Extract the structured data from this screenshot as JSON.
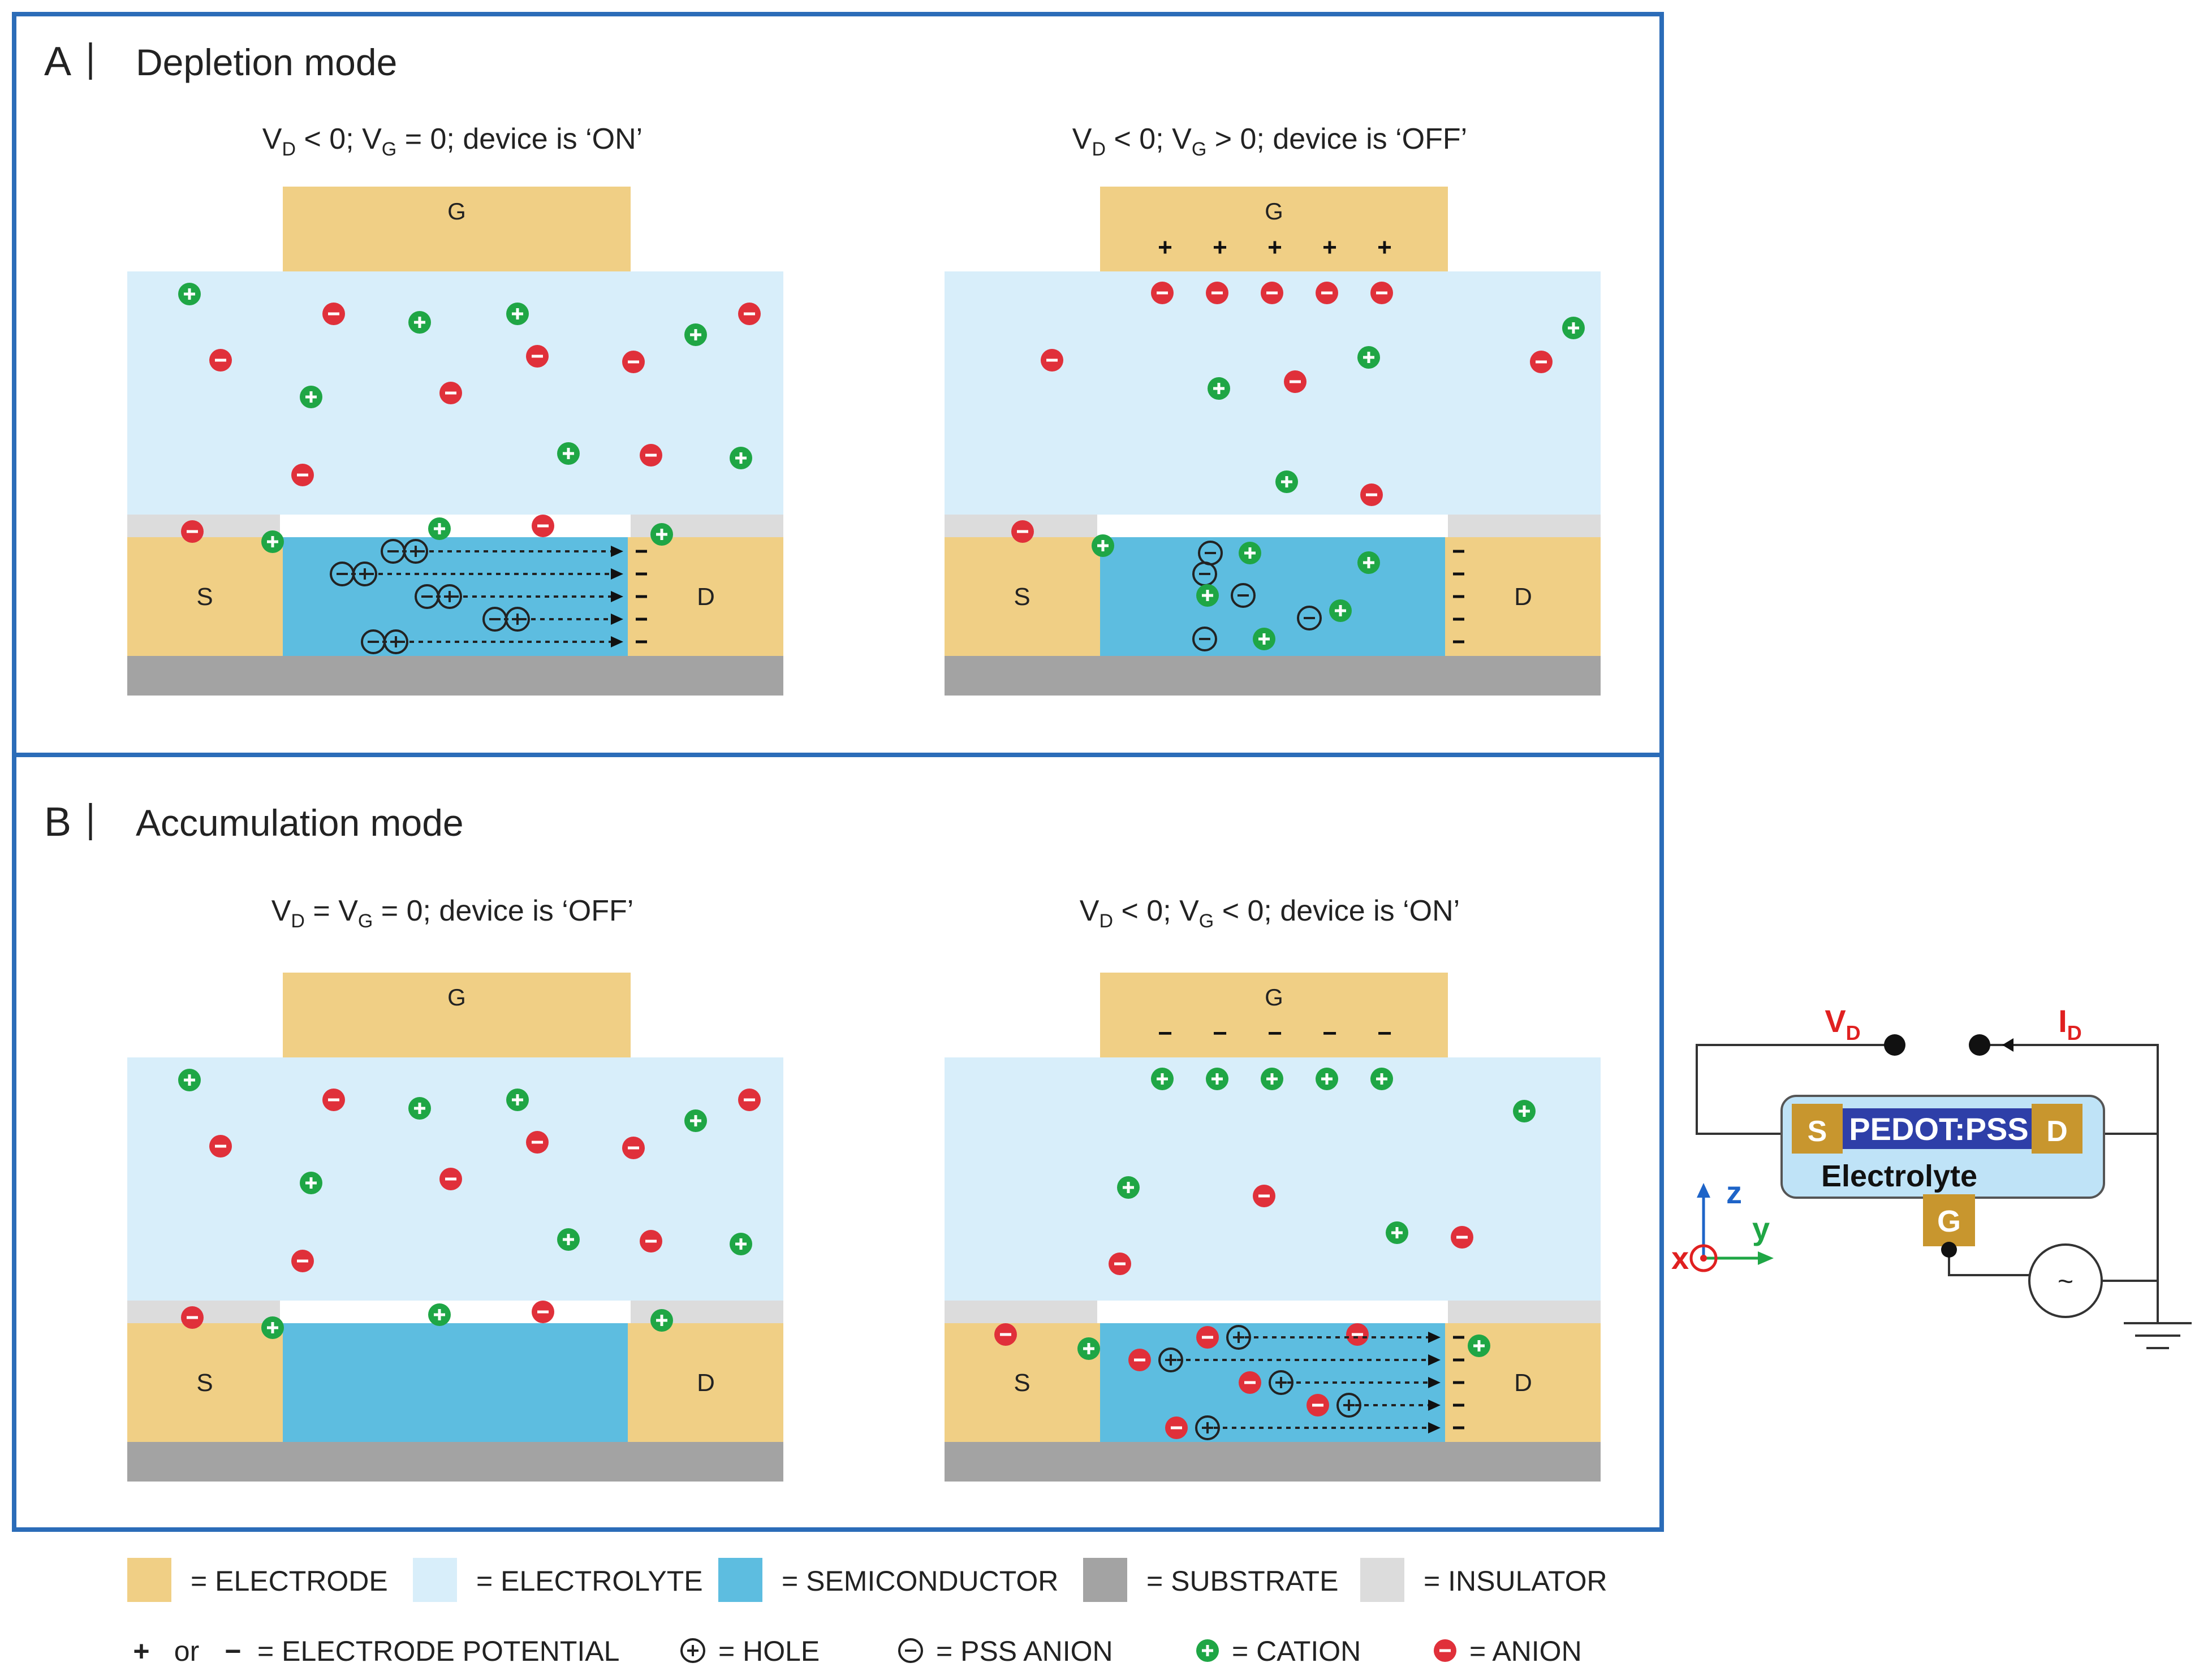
{
  "panels": [
    {
      "id": "A",
      "letter": "A",
      "title": "Depletion mode",
      "left": {
        "main": "V",
        "s1": "D",
        "m1": " < 0; V",
        "s2": "G",
        "m2": " = 0; device is ‘ON’",
        "gate_charge": "",
        "gate_label": "G",
        "s_label": "S",
        "d_label": "D",
        "channel": "depletion-on"
      },
      "right": {
        "main": "V",
        "s1": "D",
        "m1": " < 0; V",
        "s2": "G",
        "m2": " > 0; device is ‘OFF’",
        "gate_charge": "+",
        "gate_label": "G",
        "s_label": "S",
        "d_label": "D",
        "channel": "depletion-off"
      }
    },
    {
      "id": "B",
      "letter": "B",
      "title": "Accumulation mode",
      "left": {
        "main": "V",
        "s1": "D",
        "m1": " = V",
        "s2": "G",
        "m2": " = 0; device is ‘OFF’",
        "gate_charge": "",
        "gate_label": "G",
        "s_label": "S",
        "d_label": "D",
        "channel": "accumulation-off"
      },
      "right": {
        "main": "V",
        "s1": "D",
        "m1": " < 0; V",
        "s2": "G",
        "m2": " < 0; device is ‘ON’",
        "gate_charge": "−",
        "gate_label": "G",
        "s_label": "S",
        "d_label": "D",
        "channel": "accumulation-on"
      }
    }
  ],
  "legend": {
    "row1": [
      {
        "swatch": "#F0CF85",
        "label": "= ELECTRODE"
      },
      {
        "swatch": "#D8EEFA",
        "label": "= ELECTROLYTE"
      },
      {
        "swatch": "#5DBDE0",
        "label": "= SEMICONDUCTOR"
      },
      {
        "swatch": "#A3A3A3",
        "label": "= SUBSTRATE"
      },
      {
        "swatch": "#DCDCDC",
        "label": "= INSULATOR"
      }
    ],
    "row2": {
      "potential_plus": "+",
      "potential_or": "or",
      "potential_minus": "−",
      "potential_label": "= ELECTRODE POTENTIAL",
      "hole_label": "= HOLE",
      "pss_label": "= PSS ANION",
      "cation_label": "= CATION",
      "anion_label": "= ANION"
    }
  },
  "circuit": {
    "vd": "V",
    "vd_sub": "D",
    "id": "I",
    "id_sub": "D",
    "s": "S",
    "channel": "PEDOT:PSS",
    "d": "D",
    "electrolyte": "Electrolyte",
    "g": "G",
    "source": "~",
    "axis_z": "z",
    "axis_y": "y",
    "axis_x": "x"
  },
  "colors": {
    "frame": "#2B6CB8",
    "electrode": "#F0CF85",
    "electrolyte": "#D8EEFA",
    "semiconductor": "#5DBDE0",
    "substrate": "#A3A3A3",
    "insulator": "#DCDCDC",
    "cation": "#1FA645",
    "anion": "#E0303A",
    "red_text": "#E02020",
    "axis_blue": "#1E64C8",
    "axis_green": "#1FA645",
    "circuit_bg": "#BFE3F7",
    "pedot": "#2E3FA8",
    "pad": "#C8962E"
  }
}
